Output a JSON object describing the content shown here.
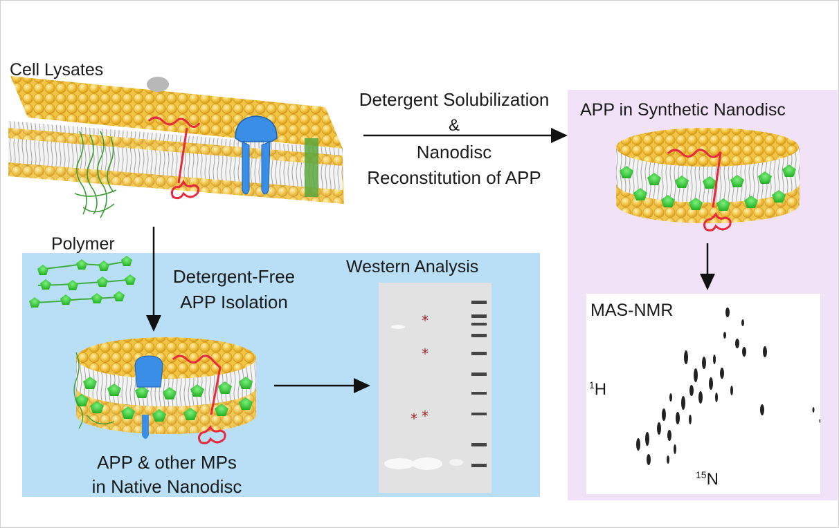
{
  "labels": {
    "cell_lysates": "Cell Lysates",
    "detergent_line1": "Detergent Solubilization",
    "detergent_line2": "&",
    "detergent_line3": "Nanodisc",
    "detergent_line4": "Reconstitution of APP",
    "synthetic_title": "APP in Synthetic Nanodisc",
    "polymer": "Polymer",
    "detergent_free_line1": "Detergent-Free",
    "detergent_free_line2": "APP Isolation",
    "western_title": "Western Analysis",
    "native_line1": "APP & other MPs",
    "native_line2": "in Native Nanodisc",
    "nmr_title": "MAS-NMR",
    "nmr_y_sup": "1",
    "nmr_y": "H",
    "nmr_x_sup": "15",
    "nmr_x": "N"
  },
  "colors": {
    "blue_panel": "#b8dff6",
    "purple_panel": "#f1e2f8",
    "lipid": "#f2c23e",
    "polymer": "#3fcf3f",
    "app_protein": "#e8283c",
    "membrane_protein": "#3a8ee6",
    "star": "#a0242a"
  }
}
